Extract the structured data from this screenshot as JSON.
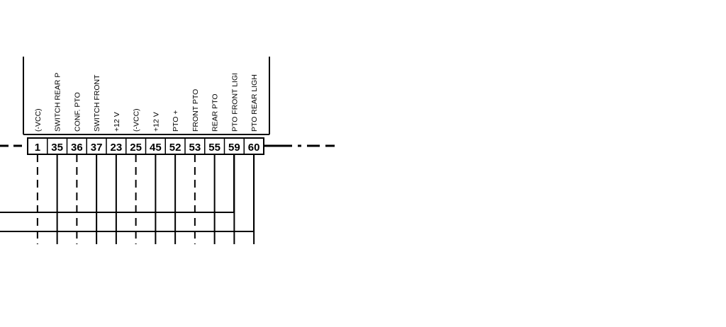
{
  "connector": {
    "pins": [
      {
        "number": "1",
        "label": "(-VCC)",
        "wire": "dashed"
      },
      {
        "number": "35",
        "label": "SWITCH REAR P",
        "wire": "solid"
      },
      {
        "number": "36",
        "label": "CONF. PTO",
        "wire": "dashed"
      },
      {
        "number": "37",
        "label": "SWITCH FRONT",
        "wire": "solid"
      },
      {
        "number": "23",
        "label": "+12 V",
        "wire": "solid"
      },
      {
        "number": "25",
        "label": "(-VCC)",
        "wire": "dashed"
      },
      {
        "number": "45",
        "label": "+12 V",
        "wire": "solid"
      },
      {
        "number": "52",
        "label": "PTO +",
        "wire": "solid"
      },
      {
        "number": "53",
        "label": "FRONT PTO",
        "wire": "dashed"
      },
      {
        "number": "55",
        "label": "REAR PTO",
        "wire": "solid"
      },
      {
        "number": "59",
        "label": "PTO FRONT LIGI",
        "wire": "solid"
      },
      {
        "number": "60",
        "label": "PTO REAR LIGH",
        "wire": "solid"
      }
    ]
  }
}
